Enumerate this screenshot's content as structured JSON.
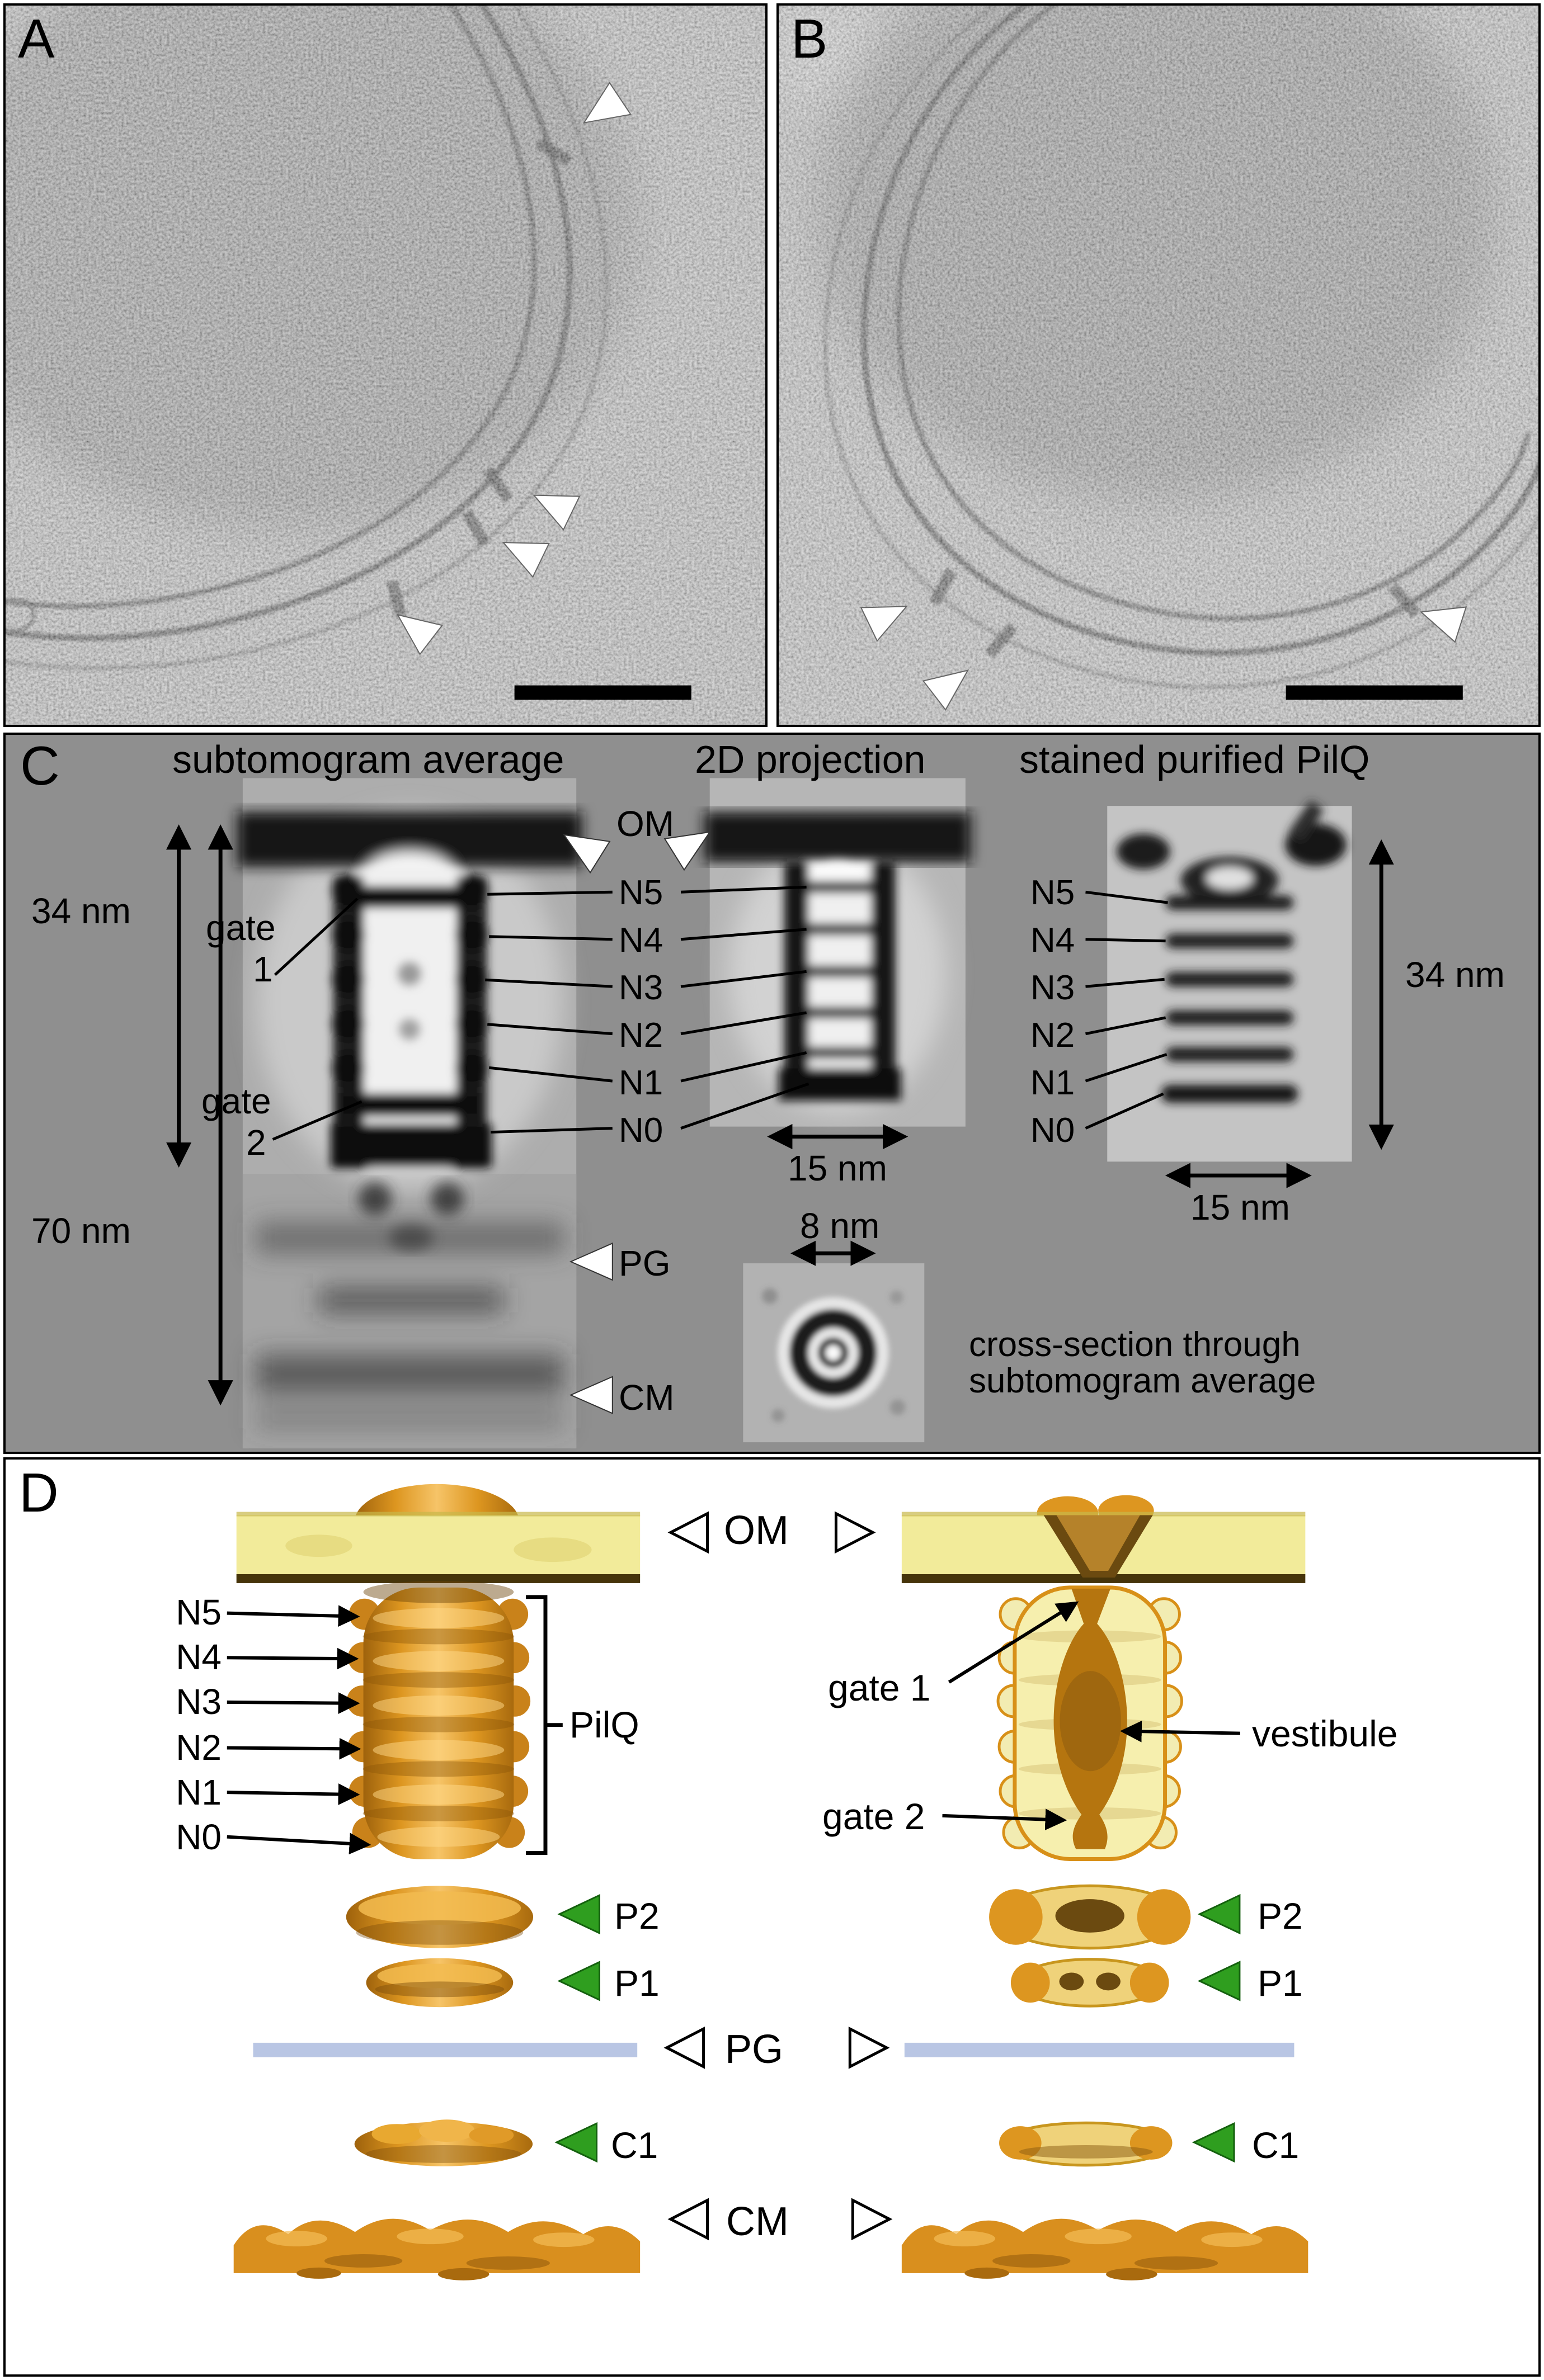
{
  "figure": {
    "panels": {
      "a": {
        "label": "A"
      },
      "b": {
        "label": "B"
      },
      "c": {
        "label": "C",
        "headings": {
          "subtomogram": "subtomogram average",
          "projection": "2D projection",
          "stained": "stained purified PilQ"
        },
        "membrane_labels": {
          "om": "OM",
          "pg": "PG",
          "cm": "CM"
        },
        "gate1_word": "gate",
        "gate1_num": "1",
        "gate2_word": "gate",
        "gate2_num": "2",
        "rings_left": [
          "N5",
          "N4",
          "N3",
          "N2",
          "N1",
          "N0"
        ],
        "rings_right": [
          "N5",
          "N4",
          "N3",
          "N2",
          "N1",
          "N0"
        ],
        "dims": {
          "h34_left": "34 nm",
          "h70": "70 nm",
          "w15_projection": "15 nm",
          "w8": "8 nm",
          "w15_stained": "15 nm",
          "h34_right": "34 nm"
        },
        "caption": "cross-section through\nsubtomogram average"
      },
      "d": {
        "label": "D",
        "rings": [
          "N5",
          "N4",
          "N3",
          "N2",
          "N1",
          "N0"
        ],
        "complex_name": "PilQ",
        "membrane_labels": {
          "om": "OM",
          "pg": "PG",
          "cm": "CM"
        },
        "gate1": "gate 1",
        "gate2": "gate 2",
        "vestibule": "vestibule",
        "left_view": {
          "p2": "P2",
          "p1": "P1",
          "c1": "C1"
        },
        "right_view": {
          "p2": "P2",
          "p1": "P1",
          "c1": "C1"
        }
      }
    },
    "colors": {
      "panel_c_background": "#8f8f8f",
      "pilq_orange": "#e59a1e",
      "outer_membrane_yellow": "#f2eb9a",
      "peptidoglycan_blue": "#b9c6e4",
      "arrowhead_green": "#2f9e1f"
    }
  }
}
